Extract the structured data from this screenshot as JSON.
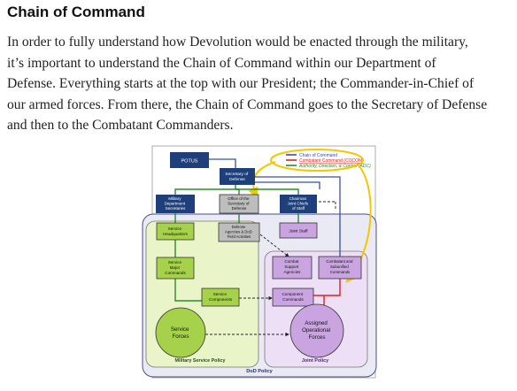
{
  "heading": "Chain of Command",
  "paragraph_lines": [
    "In order to fully understand how Devolution would be enacted through the military,",
    "it’s important to understand the Chain of Command within our Department of",
    "Defense. Everything starts at the top with our President; the Commander-in-Chief of",
    "our armed forces. From there, the Chain of Command goes to the Secretary of Defense",
    "and then to the Combatant Commanders."
  ],
  "diagram": {
    "legend": {
      "chain_of_command": "Chain of Command",
      "combatant_command": "Combatant Command (COCOM)",
      "authority": "Authority, Direction, & Control (ADC)"
    },
    "potus": "POTUS",
    "secretary_of_defense": [
      "Secretary of",
      "Defense"
    ],
    "military_department_secretaries": [
      "Military",
      "Department",
      "Secretaries"
    ],
    "office_of_secretary_of_defense": [
      "Office of the",
      "Secretary of",
      "Defense"
    ],
    "chairman_joint_chiefs": [
      "Chairman",
      "Joint Chiefs",
      "of Staff"
    ],
    "service_headquarters": [
      "Service",
      "Headquarters"
    ],
    "defense_agencies": [
      "Defense",
      "Agencies & DoD",
      "Field Activities"
    ],
    "joint_staff": "Joint Staff",
    "service_major_commands": [
      "Service",
      "Major",
      "Commands"
    ],
    "combat_support_agencies": [
      "Combat",
      "Support",
      "Agencies"
    ],
    "combatant_commands": [
      "Combatant and",
      "Subunified",
      "Commands"
    ],
    "service_components": [
      "Service",
      "Components"
    ],
    "component_commands": [
      "Component",
      "Commands"
    ],
    "service_forces": [
      "Service",
      "Forces"
    ],
    "assigned_operational_forces": [
      "Assigned",
      "Operational",
      "Forces"
    ],
    "military_service_policy": "Military Service Policy",
    "joint_policy": "Joint Policy",
    "dod_policy": "DoD Policy",
    "colors": {
      "navy": "#1f3f7a",
      "green_box": "#a5d24a",
      "purple_box": "#c9a4e0",
      "gray_box": "#bdbdbd",
      "service_area": "#e9f5c8",
      "joint_area": "#ecdff6",
      "dod_area": "#e9eaf3",
      "chain_line": "#3b4ea8",
      "cocom_line": "#e02020",
      "adc_line": "#2e8b2e",
      "highlight": "#f2c800"
    }
  }
}
